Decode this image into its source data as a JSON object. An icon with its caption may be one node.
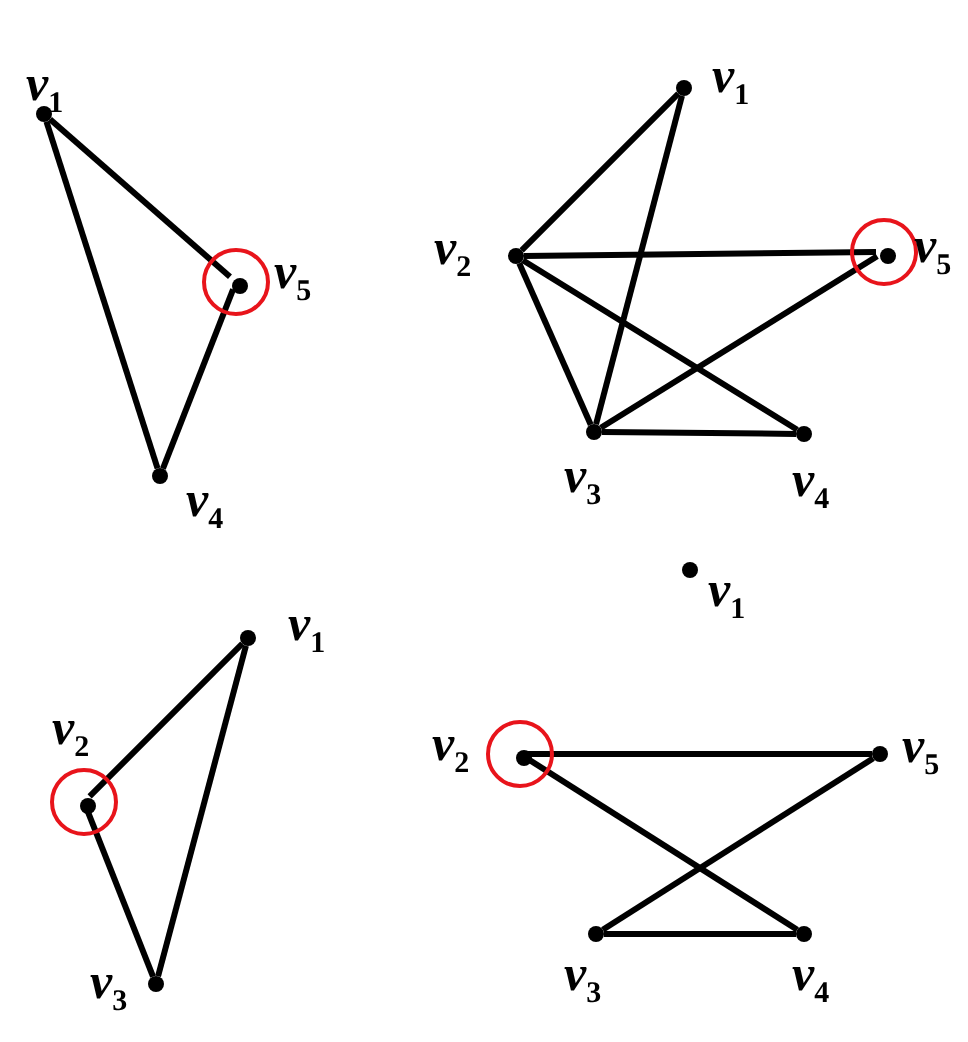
{
  "diagram": {
    "nodes": [
      {
        "text": [],
        "shape": "dot",
        "beside": [
          "*v*$_{1}$"
        ]
      },
      {
        "text": [],
        "shape": "circle"
      },
      {
        "text": [],
        "shape": "dot",
        "beside": [
          "*v*$_{5}$"
        ],
        "in": 1
      },
      {
        "text": [],
        "shape": "dot",
        "beside": [
          "*v*$_{4}$"
        ]
      },
      {
        "text": [],
        "shape": "dot",
        "beside": [
          "*v*$_{1}$"
        ]
      },
      {
        "text": [],
        "shape": "dot",
        "beside": [
          "*v*$_{2}$"
        ]
      },
      {
        "text": [],
        "shape": "circle"
      },
      {
        "text": [],
        "shape": "dot",
        "beside": [
          "*v*$_{5}$"
        ],
        "in": 6
      },
      {
        "text": [],
        "shape": "dot",
        "beside": [
          "*v*$_{3}$"
        ]
      },
      {
        "text": [],
        "shape": "dot",
        "beside": [
          "*v*$_{4}$"
        ]
      },
      {
        "text": [],
        "shape": "dot",
        "beside": [
          "*v*$_{1}$"
        ]
      },
      {
        "text": [],
        "shape": "dot",
        "beside": [
          "*v*$_{1}$"
        ]
      },
      {
        "text": [],
        "shape": "circle"
      },
      {
        "text": [],
        "shape": "dot",
        "beside": [
          "*v*$_{2}$"
        ],
        "in": 12
      },
      {
        "text": [],
        "shape": "circle"
      },
      {
        "text": [],
        "shape": "dot",
        "beside": [
          "*v*$_{2}$"
        ],
        "in": 14
      },
      {
        "text": [],
        "shape": "dot",
        "beside": [
          "*v*$_{5}$"
        ]
      },
      {
        "text": [],
        "shape": "dot",
        "beside": [
          "*v*$_{3}$"
        ]
      },
      {
        "text": [],
        "shape": "dot",
        "beside": [
          "*v*$_{3}$"
        ]
      },
      {
        "text": [],
        "shape": "dot",
        "beside": [
          "*v*$_{4}$"
        ]
      }
    ],
    "edges": [
      {
        "from": 0,
        "to": 2,
        "arrow": "none"
      },
      {
        "from": 0,
        "to": 3,
        "arrow": "none"
      },
      {
        "from": 3,
        "to": 2,
        "arrow": "none"
      },
      {
        "from": 5,
        "to": 4,
        "arrow": "none"
      },
      {
        "from": 4,
        "to": 8,
        "arrow": "none"
      },
      {
        "from": 5,
        "to": 7,
        "arrow": "none"
      },
      {
        "from": 5,
        "to": 8,
        "arrow": "none"
      },
      {
        "from": 5,
        "to": 9,
        "arrow": "none"
      },
      {
        "from": 8,
        "to": 7,
        "arrow": "none"
      },
      {
        "from": 8,
        "to": 9,
        "arrow": "none"
      },
      {
        "from": 13,
        "to": 11,
        "arrow": "none"
      },
      {
        "from": 11,
        "to": 17,
        "arrow": "none"
      },
      {
        "from": 13,
        "to": 17,
        "arrow": "none"
      },
      {
        "from": 15,
        "to": 16,
        "arrow": "none"
      },
      {
        "from": 15,
        "to": 19,
        "arrow": "none"
      },
      {
        "from": 18,
        "to": 16,
        "arrow": "none"
      },
      {
        "from": 18,
        "to": 19,
        "arrow": "none"
      }
    ]
  }
}
